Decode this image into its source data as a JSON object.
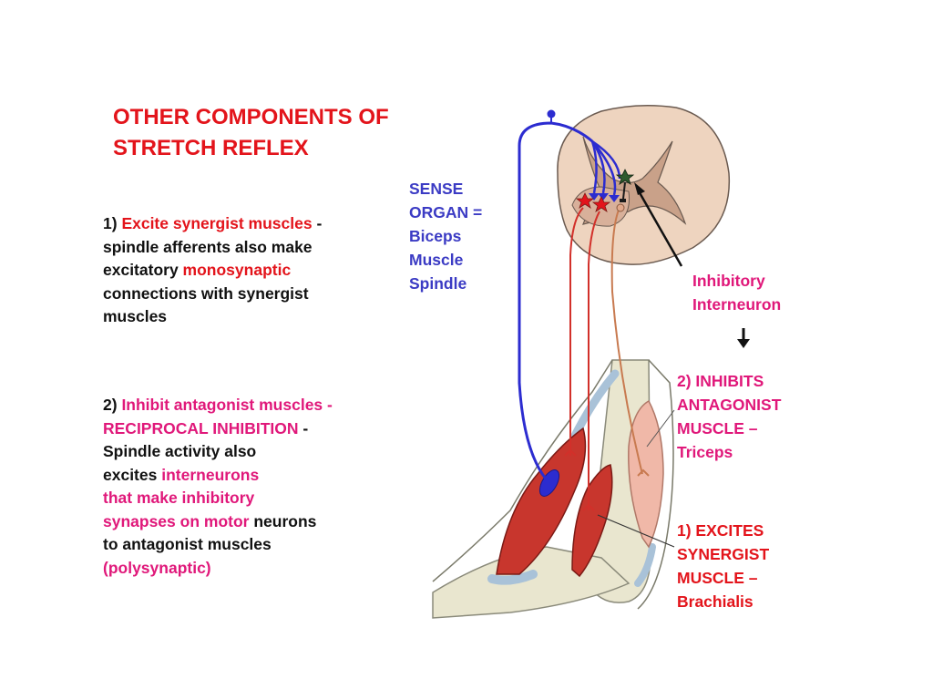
{
  "title": {
    "line1": "OTHER COMPONENTS OF",
    "line2": "STRETCH REFLEX"
  },
  "point1": {
    "number": "1) ",
    "heading": "Excite synergist muscles",
    "dash": " -",
    "line2": "spindle afferents also make",
    "line3_pre": "excitatory ",
    "line3_em": "monosynaptic",
    "line4": "connections with synergist",
    "line5": "muscles"
  },
  "point2": {
    "number": "2) ",
    "heading": "Inhibit antagonist muscles -",
    "line2_em": "RECIPROCAL INHIBITION",
    "line2_dash": "  -",
    "line3": "Spindle activity also",
    "line4_pre": "excites ",
    "line4_em": "interneurons",
    "line5": "that make inhibitory",
    "line6_em": "synapses on motor",
    "line6_post": " neurons",
    "line7": "to antagonist muscles",
    "line8": "(polysynaptic)"
  },
  "sense_organ": {
    "line1": "SENSE",
    "line2": "ORGAN =",
    "line3": "Biceps",
    "line4": "Muscle",
    "line5": "Spindle"
  },
  "interneuron_label": {
    "line1": "Inhibitory",
    "line2": "Interneuron"
  },
  "antagonist_label": {
    "line1": "2) INHIBITS",
    "line2": "ANTAGONIST",
    "line3": "MUSCLE –",
    "line4": "Triceps"
  },
  "synergist_label": {
    "line1": "1) EXCITES",
    "line2": "SYNERGIST",
    "line3": "MUSCLE –",
    "line4": "Brachialis"
  },
  "colors": {
    "title_red": "#e3141b",
    "pink": "#e0187a",
    "sensory_blue": "#2c2cd0",
    "motor_red": "#d2302a",
    "inter_brown": "#c87a50",
    "muscle_red": "#c8362d",
    "triceps_pink": "#f0b8a8",
    "bone": "#e9e6cf",
    "cord_tan": "#e8c8b0"
  }
}
